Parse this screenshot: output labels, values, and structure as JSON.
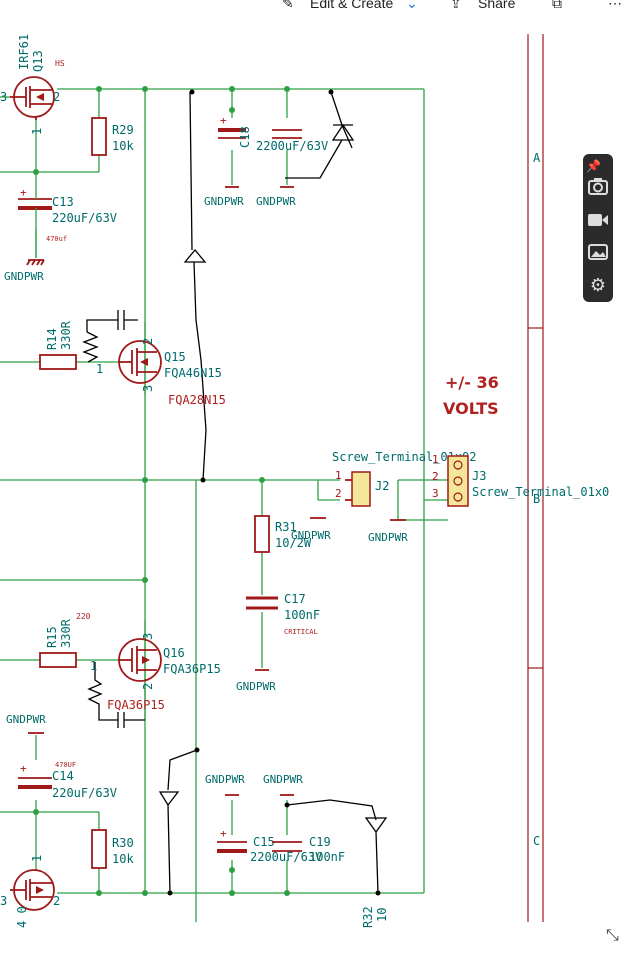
{
  "toolbar": {
    "edit_create": "Edit & Create",
    "share": "Share"
  },
  "note": {
    "line1": "+/- 36",
    "line2": "VOLTS"
  },
  "frame_zones": [
    "A",
    "B",
    "C"
  ],
  "labels": {
    "irf61": "IRF61",
    "q13": "Q13",
    "hs": "HS",
    "r29": "R29",
    "r29_val": "10k",
    "c13": "C13",
    "c13_val": "220uF/63V",
    "c13_note": "470uf",
    "gndpwr": "GNDPWR",
    "c18_val": "2200uF/63V",
    "c18_rot": "C18",
    "r14_val": "330R",
    "r14": "R14",
    "q15": "Q15",
    "q15_val": "FQA46N15",
    "q15_note": "FQA28N15",
    "pin1": "1",
    "pin2": "2",
    "pin3": "3",
    "j2": "J2",
    "j3": "J3",
    "screw_top": "Screw_Terminal_01x02",
    "screw_side": "Screw_Terminal_01x0",
    "r31": "R31",
    "r31_val": "10/2W",
    "c17": "C17",
    "c17_val": "100nF",
    "c17_note": "CRITICAL",
    "r15_val": "330R",
    "r15": "R15",
    "r15_note": "220",
    "q16": "Q16",
    "q16_val": "FQA36P15",
    "q16_note": "FQA36P15",
    "c14": "C14",
    "c14_val": "220uF/63V",
    "c14_note": "470UF",
    "r30": "R30",
    "r30_val": "10k",
    "c15": "C15",
    "c15_val": "2200uF/63V",
    "c19": "C19",
    "c19_val": "100nF",
    "r32": "R32",
    "r32_val": "10",
    "bottom_pins": "4 0"
  },
  "icons": [
    "pen-icon",
    "chevron-down-icon",
    "share-icon",
    "copy-icon",
    "more-icon",
    "pin-icon",
    "camera-icon",
    "video-icon",
    "gallery-icon",
    "gear-icon",
    "resize-icon"
  ]
}
